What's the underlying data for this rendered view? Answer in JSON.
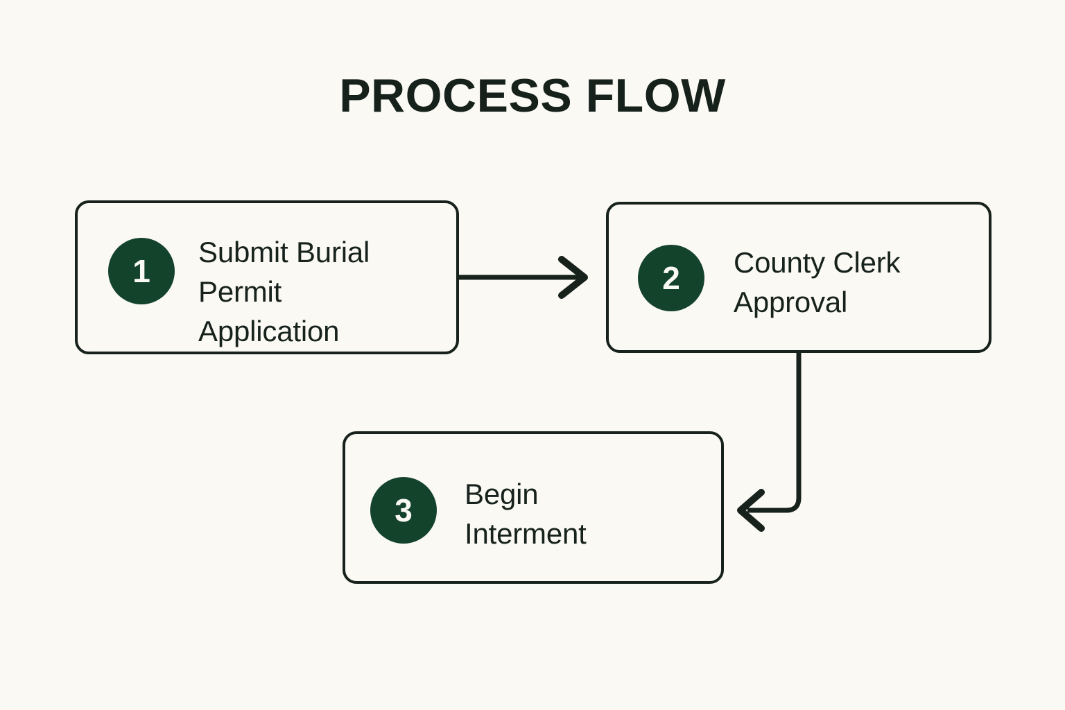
{
  "page": {
    "title": "PROCESS FLOW",
    "background_color": "#FBF9F4",
    "ink_color": "#17221D",
    "accent_color": "#14432C",
    "badge_text_color": "#FBF9F4"
  },
  "diagram": {
    "type": "process-flow",
    "steps": [
      {
        "number": "1",
        "label": "Submit Burial\nPermit\nApplication"
      },
      {
        "number": "2",
        "label": "County Clerk\nApproval"
      },
      {
        "number": "3",
        "label": "Begin\nInterment"
      }
    ],
    "connectors": [
      {
        "name": "connector-step1-to-step2",
        "from": "1",
        "to": "2",
        "shape": "straight-horizontal",
        "direction": "right"
      },
      {
        "name": "connector-step2-to-step3",
        "from": "2",
        "to": "3",
        "shape": "elbow-down-left",
        "direction": "left"
      }
    ]
  }
}
